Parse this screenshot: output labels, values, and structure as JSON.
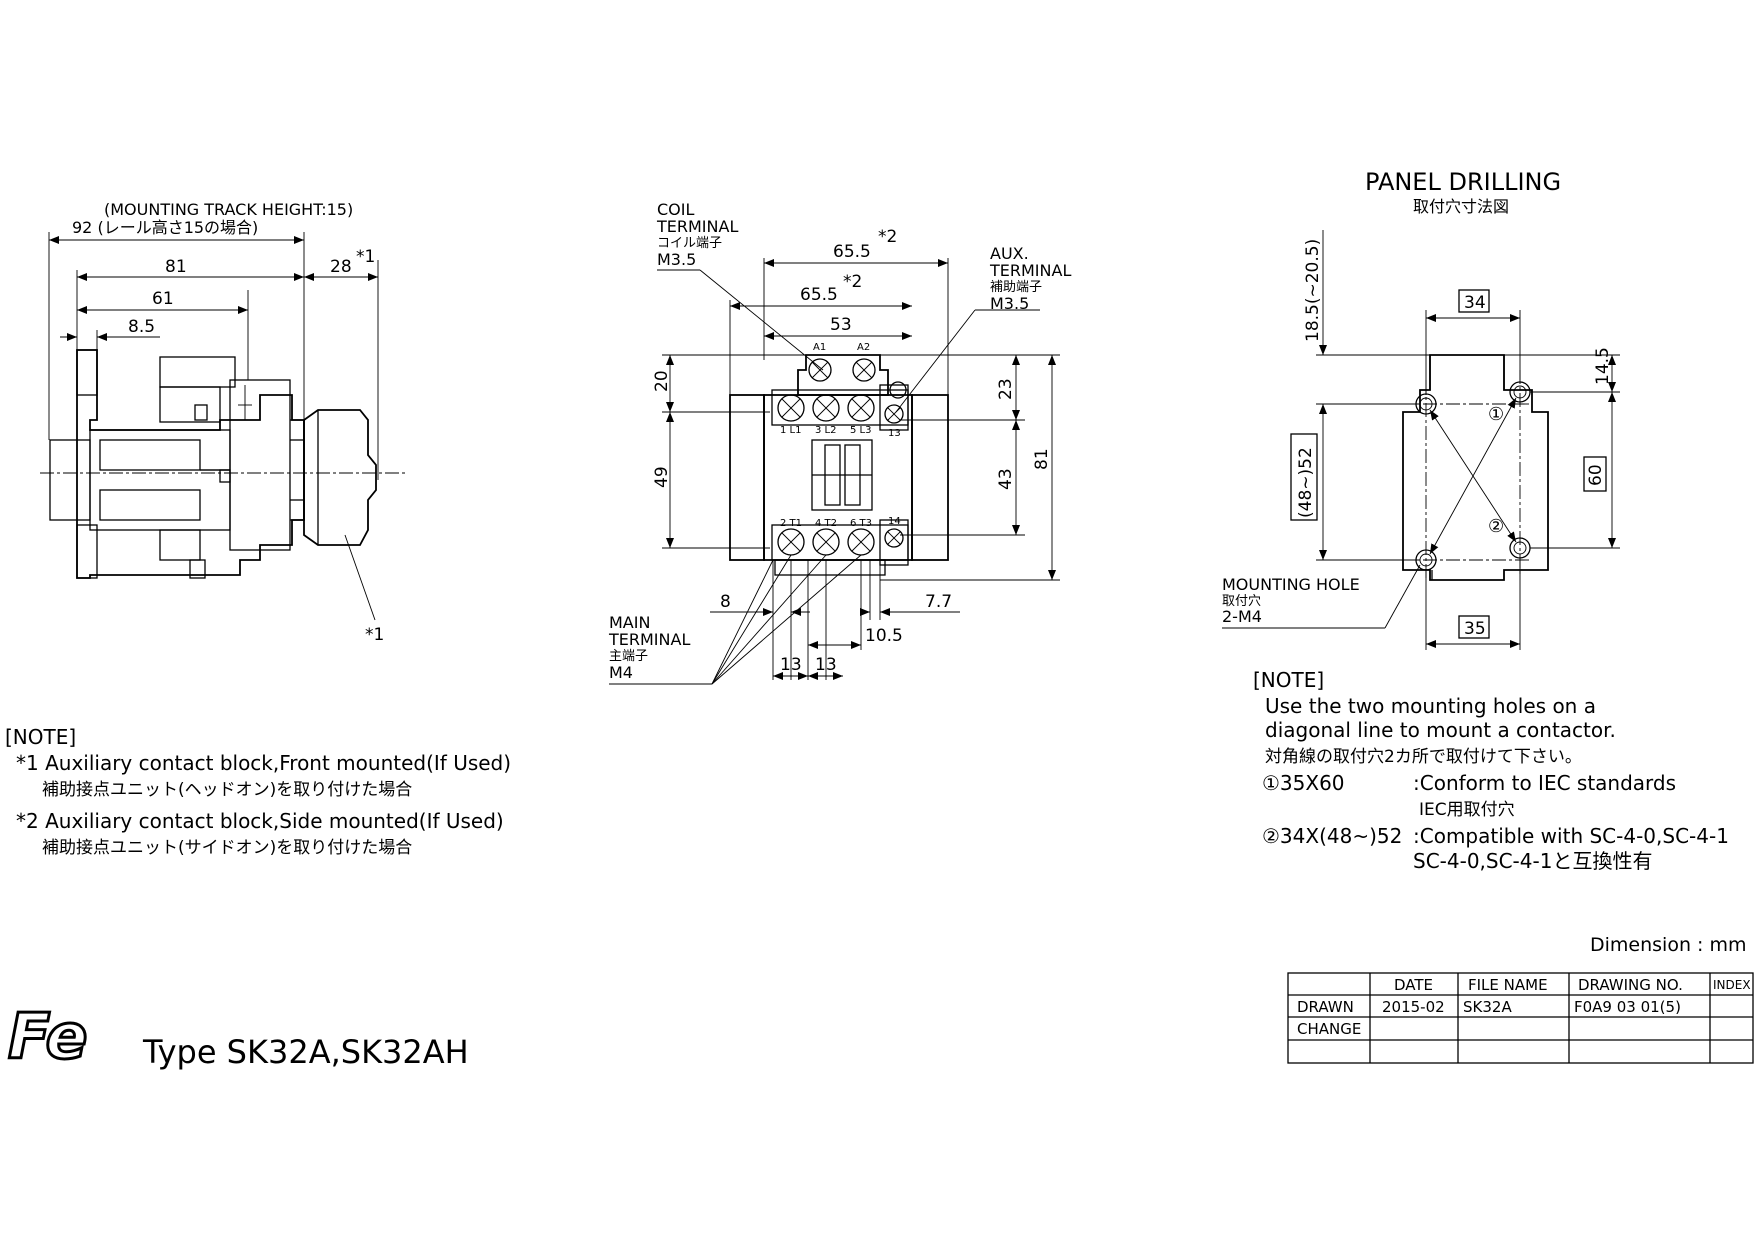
{
  "side_view": {
    "mounting_track_label": "(MOUNTING TRACK HEIGHT:15)",
    "dim_92": "92 (レール高さ15の場合)",
    "dim_81": "81",
    "dim_61": "61",
    "dim_8_5": "8.5",
    "dim_28": "28",
    "mark_1": "*1",
    "callout_1": "*1"
  },
  "front_view": {
    "coil_terminal": [
      "COIL",
      "TERMINAL",
      "コイル端子",
      "M3.5"
    ],
    "aux_terminal": [
      "AUX.",
      "TERMINAL",
      "補助端子",
      "M3.5"
    ],
    "main_terminal": [
      "MAIN",
      "TERMINAL",
      "主端子",
      "M4"
    ],
    "dim_65_5_top": "65.5",
    "dim_65_5_mid": "65.5",
    "mark_2": "*2",
    "dim_53": "53",
    "dim_20": "20",
    "dim_49": "49",
    "dim_23": "23",
    "dim_43": "43",
    "dim_81": "81",
    "dim_8": "8",
    "dim_7_7": "7.7",
    "dim_10_5": "10.5",
    "dim_13a": "13",
    "dim_13b": "13",
    "coil_labels": [
      "A1",
      "A2"
    ],
    "top_terminal_labels": [
      "1 L1",
      "3 L2",
      "5 L3",
      "13"
    ],
    "bottom_terminal_labels": [
      "2 T1",
      "4 T2",
      "6 T3",
      "14"
    ]
  },
  "panel": {
    "title": "PANEL DRILLING",
    "title_jp": "取付穴寸法図",
    "dim_18_5": "18.5(~20.5)",
    "dim_34": "34",
    "dim_14_5": "14.5",
    "dim_48_52": "(48~)52",
    "dim_60": "60",
    "dim_35": "35",
    "circle_1": "①",
    "circle_2": "②",
    "mounting_hole": [
      "MOUNTING HOLE",
      "取付穴",
      "2-M4"
    ]
  },
  "note_left": {
    "heading": "[NOTE]",
    "item1": "*1 Auxiliary contact block,Front mounted(If Used)",
    "item1_jp": "補助接点ユニット(ヘッドオン)を取り付けた場合",
    "item2": "*2 Auxiliary contact block,Side mounted(If Used)",
    "item2_jp": "補助接点ユニット(サイドオン)を取り付けた場合"
  },
  "note_right": {
    "heading": "[NOTE]",
    "line1": "Use the two mounting holes on a",
    "line2": "diagonal line to mount a contactor.",
    "line3_jp": "対角線の取付穴2カ所で取付けて下さい。",
    "opt1_key": "①35X60",
    "opt1_desc": ":Conform to IEC standards",
    "opt1_jp": "IEC用取付穴",
    "opt2_key": "②34X(48~)52",
    "opt2_desc": ":Compatible with SC-4-0,SC-4-1",
    "opt2_jp": "SC-4-0,SC-4-1と互換性有"
  },
  "footer": {
    "logo": "Fe",
    "type": "Type SK32A,SK32AH",
    "dimension_unit": "Dimension : mm"
  },
  "title_block": {
    "headers": [
      "",
      "DATE",
      "FILE NAME",
      "DRAWING NO.",
      "INDEX"
    ],
    "rows": [
      [
        "DRAWN",
        "2015-02",
        "SK32A",
        "F0A9 03 01(5)",
        ""
      ],
      [
        "CHANGE",
        "",
        "",
        "",
        ""
      ],
      [
        "",
        "",
        "",
        "",
        ""
      ]
    ]
  }
}
